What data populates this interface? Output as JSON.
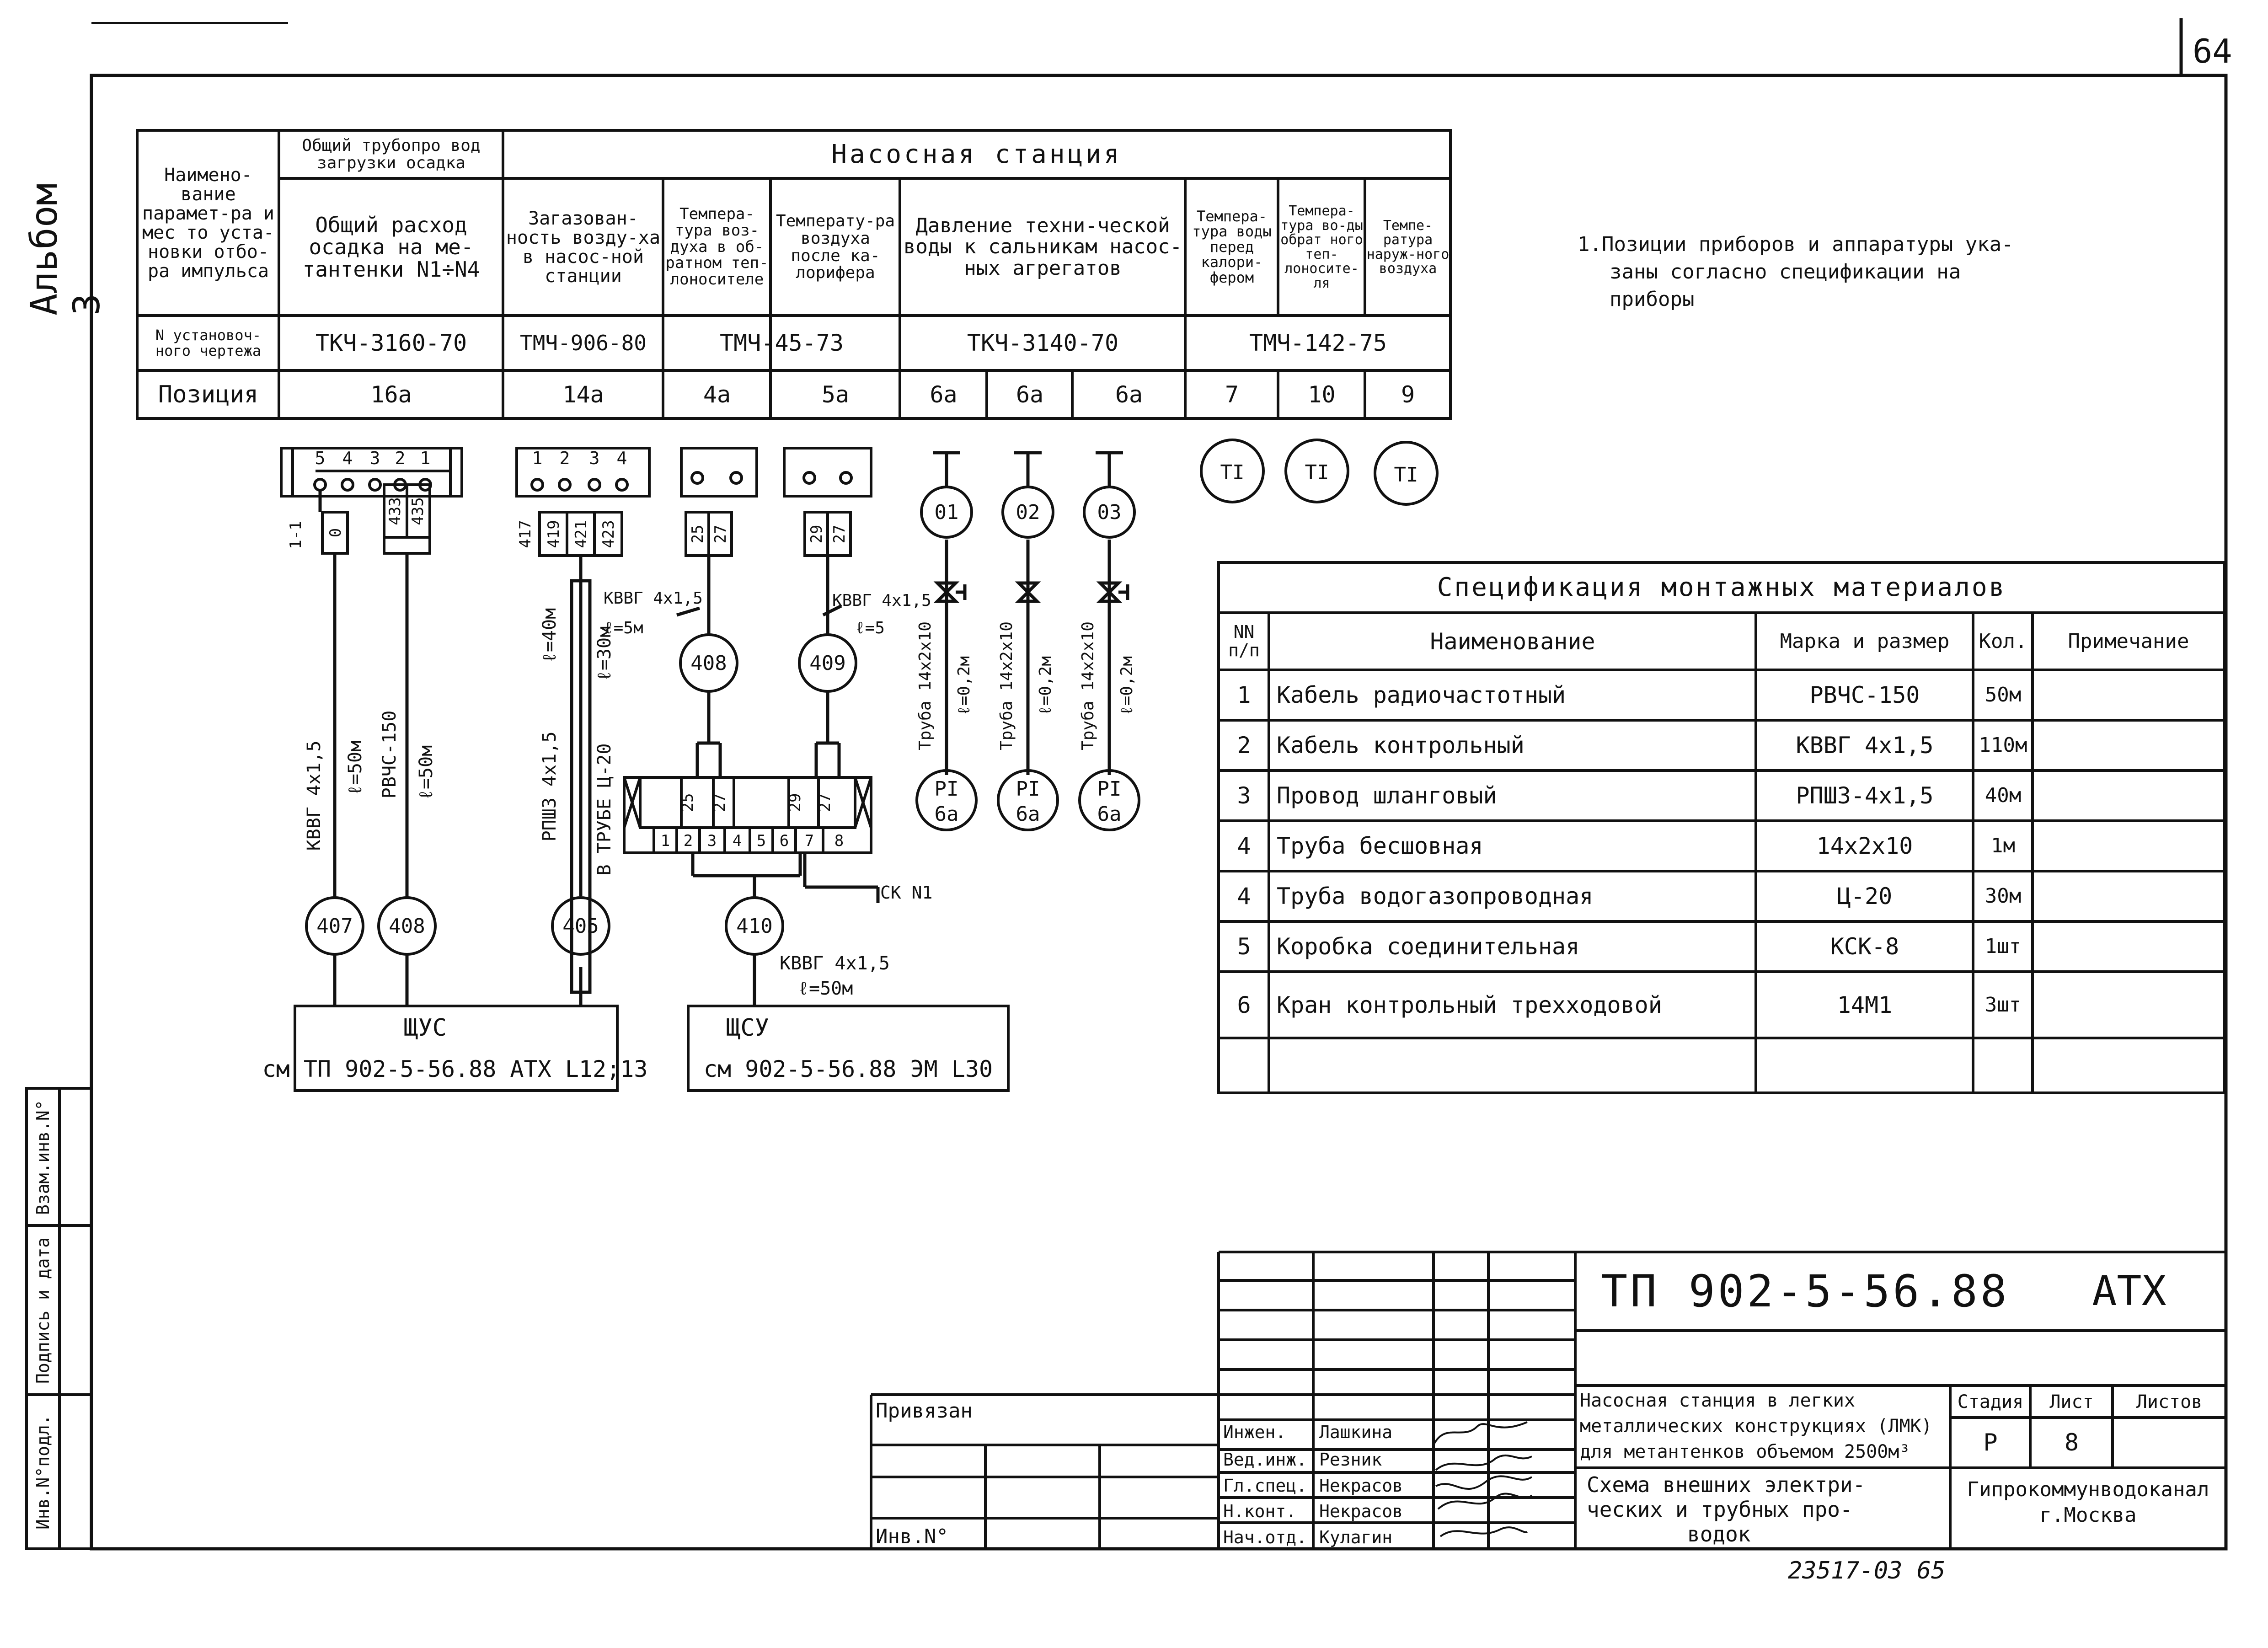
{
  "sheet": {
    "number": "64",
    "album": "Альбом 3",
    "notes": [
      "1.Позиции приборов и аппаратуры ука-",
      "заны согласно спецификации на",
      "приборы"
    ],
    "bottom_stamp": "23517-03  65"
  },
  "param_table": {
    "row_header": "Наимено-вание парамет-ра и мес то уста-новки отбо-ра импульса",
    "group_pipe": "Общий трубопро вод загрузки осадка",
    "group_station": "Насосная станция",
    "columns": [
      "Общий расход осадка на ме-тантенки N1÷N4",
      "Загазован-ность возду-ха в насос-ной станции",
      "Темпера-тура воз-духа в об-ратном теп-лоносителе",
      "Температу-ра воздуха после ка-лорифера",
      "Давление техни-ческой воды к сальникам насос-ных агрегатов",
      "Темпера-тура воды перед калори-фером",
      "Темпера-тура во-ды обрат ного теп-лоносите-ля",
      "Темпе-ратура наруж-ного воздуха"
    ],
    "drawing_row_label": "N установоч-ного чертежа",
    "drawing_numbers": [
      "ТКЧ-3160-70",
      "ТМЧ-906-80",
      "ТМЧ-45-73",
      "ТКЧ-3140-70",
      "ТМЧ-142-75"
    ],
    "position_label": "Позиция",
    "positions": [
      "16а",
      "14а",
      "4а",
      "5а",
      "6а",
      "6а",
      "6а",
      "7",
      "10",
      "9"
    ]
  },
  "diagram": {
    "terminals_a": [
      "5",
      "4",
      "3",
      "2",
      "1"
    ],
    "terminals_b": [
      "1",
      "2",
      "3",
      "4"
    ],
    "wire_marks": [
      "1-1",
      "0",
      "433",
      "435",
      "417",
      "419",
      "421",
      "423",
      "25",
      "27",
      "29",
      "27"
    ],
    "devices": [
      "407",
      "408",
      "405",
      "410",
      "408",
      "409"
    ],
    "pressure_gauges": [
      "01",
      "02",
      "03"
    ],
    "pi_label": "PI",
    "pi_pos": "6а",
    "ti_label": "TI",
    "box_terminals": [
      "1",
      "2",
      "3",
      "4",
      "5",
      "6",
      "7",
      "8"
    ],
    "box_marks": [
      "25",
      "27",
      "29",
      "27"
    ],
    "box_label": "CK N1",
    "cables": {
      "kvvg_a": "КВВГ 4х1,5",
      "kvvg_a_len": "ℓ=50м",
      "rvchs": "РВЧС-150",
      "rvchs_len": "ℓ=50м",
      "rpsh": "РПШЗ 4х1,5",
      "rpsh_len": "ℓ=40м",
      "pipe": "В ТРУБЕ Ц-20",
      "pipe_len": "ℓ=30м",
      "kvvg_b": "КВВГ 4х1,5",
      "kvvg_b_len": "ℓ=5м",
      "kvvg_c": "КВВГ 4х1,5",
      "kvvg_c_len": "ℓ=5",
      "tube": "Труба 14х2х10",
      "tube_len": "ℓ=0,2м",
      "kvvg_d": "КВВГ 4х1,5",
      "kvvg_d_len": "ℓ=50м"
    },
    "panel_a": [
      "ЩУС",
      "см ТП 902-5-56.88 АТХ L12;13"
    ],
    "panel_b": [
      "ЩСУ",
      "см 902-5-56.88 ЭМ L30"
    ]
  },
  "spec": {
    "title": "Спецификация монтажных материалов",
    "headers": [
      "NN п/п",
      "Наименование",
      "Марка и размер",
      "Кол.",
      "Примечание"
    ],
    "rows": [
      [
        "1",
        "Кабель радиочастотный",
        "РВЧС-150",
        "50м",
        ""
      ],
      [
        "2",
        "Кабель контрольный",
        "КВВГ 4х1,5",
        "110м",
        ""
      ],
      [
        "3",
        "Провод шланговый",
        "РПШЗ-4х1,5",
        "40м",
        ""
      ],
      [
        "4",
        "Труба бесшовная",
        "14х2х10",
        "1м",
        ""
      ],
      [
        "4",
        "Труба водогазопроводная",
        "Ц-20",
        "30м",
        ""
      ],
      [
        "5",
        "Коробка соединительная",
        "КСК-8",
        "1шт",
        ""
      ],
      [
        "6",
        "Кран контрольный трехходовой",
        "14М1",
        "3шт",
        ""
      ]
    ]
  },
  "title_block": {
    "code": "ТП 902-5-56.88",
    "mark": "АТХ",
    "title1": [
      "Насосная станция в легких",
      "металлических конструкциях (ЛМК)",
      "для метантенков объемом 2500м³"
    ],
    "title2": [
      "Схема внешних электри-",
      "ческих и трубных про-",
      "водок"
    ],
    "stage_label": "Стадия",
    "sheet_label": "Лист",
    "sheets_label": "Листов",
    "stage": "Р",
    "sheet": "8",
    "org": [
      "Гипрокоммунводоканал",
      "г.Москва"
    ],
    "privyazan": "Привязан",
    "inv": "Инв.N°",
    "roles": [
      "Инжен.",
      "Вед.инж.",
      "Гл.спец.",
      "Н.конт.",
      "Нач.отд."
    ],
    "names": [
      "Лашкина",
      "Резник",
      "Некрасов",
      "Некрасов",
      "Кулагин"
    ]
  },
  "side_strip": [
    "Инв.N°подл.",
    "Подпись и дата",
    "Взам.инв.N°"
  ]
}
